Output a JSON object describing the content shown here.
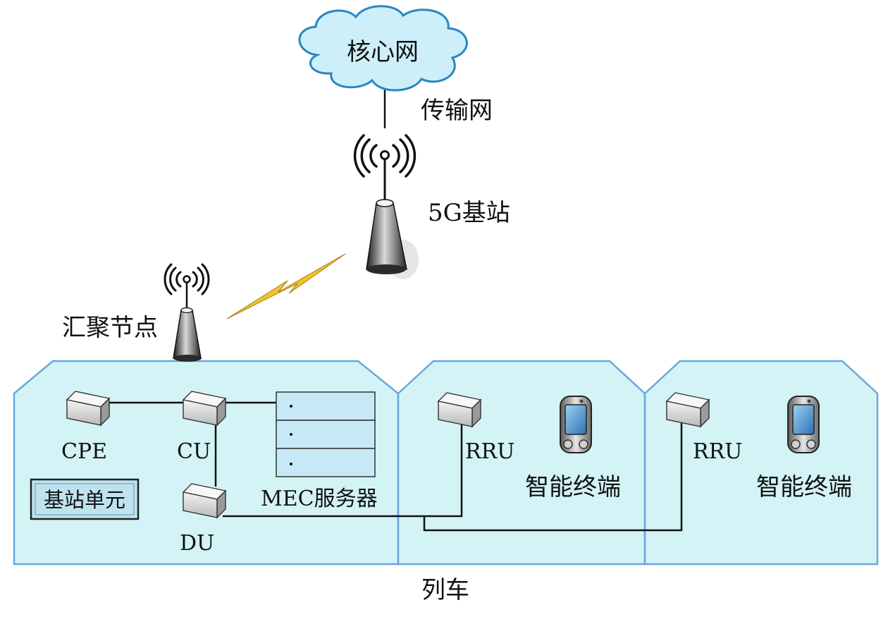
{
  "cloud": {
    "label": "核心网",
    "fill": "#cdeff9",
    "stroke": "#2a86c0"
  },
  "links": {
    "transport_label": "传输网"
  },
  "base_station": {
    "label": "5G基站"
  },
  "aggregation_node": {
    "label": "汇聚节点"
  },
  "wireless_link": {
    "color": "#f2c22b"
  },
  "train": {
    "label": "列车",
    "fill": "#d3f3f6",
    "stroke": "#6aa7dd",
    "cars": [
      {
        "devices": [
          "CPE",
          "CU",
          "DU"
        ],
        "server_label": "MEC服务器",
        "legend_label": "基站单元"
      },
      {
        "rru_label": "RRU",
        "terminal_label": "智能终端"
      },
      {
        "rru_label": "RRU",
        "terminal_label": "智能终端"
      }
    ]
  }
}
